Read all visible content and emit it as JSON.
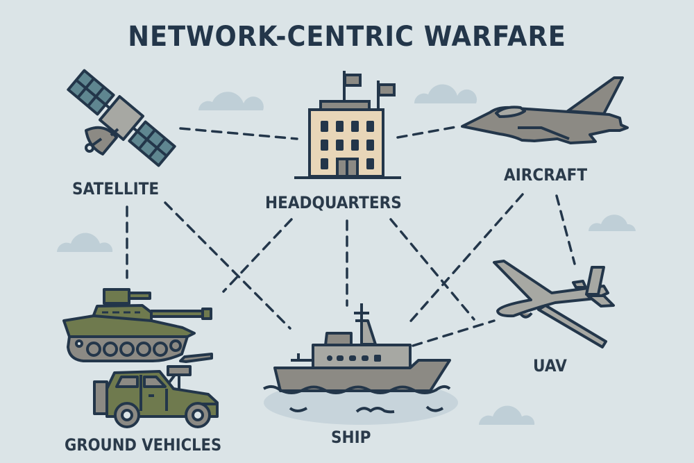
{
  "title": "NETWORK-CENTRIC WARFARE",
  "nodes": {
    "satellite": {
      "label": "SATELLITE",
      "icon": "satellite-icon"
    },
    "headquarters": {
      "label": "HEADQUARTERS",
      "icon": "headquarters-building-icon"
    },
    "aircraft": {
      "label": "AIRCRAFT",
      "icon": "fighter-jet-icon"
    },
    "uav": {
      "label": "UAV",
      "icon": "drone-icon"
    },
    "ship": {
      "label": "SHIP",
      "icon": "ship-icon"
    },
    "ground_vehicles": {
      "label": "GROUND VEHICLES",
      "icons": [
        "tank-icon",
        "armed-jeep-icon"
      ]
    }
  },
  "links": [
    {
      "from": "satellite",
      "to": "headquarters"
    },
    {
      "from": "headquarters",
      "to": "aircraft"
    },
    {
      "from": "satellite",
      "to": "ground_vehicles"
    },
    {
      "from": "satellite",
      "to": "ship"
    },
    {
      "from": "headquarters",
      "to": "ground_vehicles"
    },
    {
      "from": "headquarters",
      "to": "ship"
    },
    {
      "from": "headquarters",
      "to": "uav"
    },
    {
      "from": "aircraft",
      "to": "ship"
    },
    {
      "from": "aircraft",
      "to": "uav"
    },
    {
      "from": "ship",
      "to": "uav"
    }
  ],
  "colors": {
    "background": "#dbe4e7",
    "outline": "#23364a",
    "metal_gray": "#8c8a84",
    "light_gray": "#a7a8a3",
    "solar_panel": "#5f8690",
    "building": "#e8d6b8",
    "olive": "#6f7a4e",
    "cloud": "#bccdd5"
  }
}
